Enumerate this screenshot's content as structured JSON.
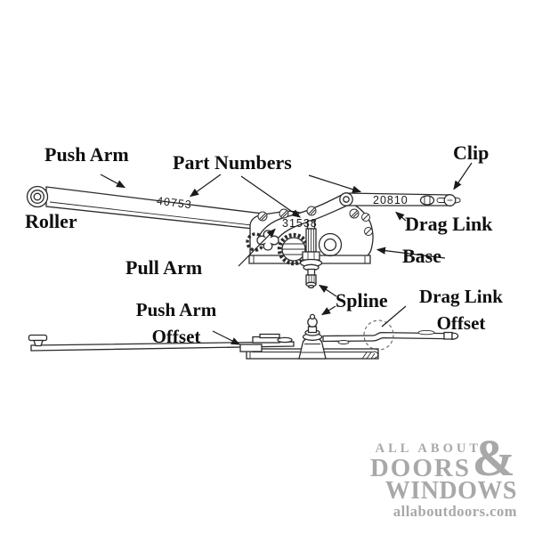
{
  "labels": {
    "push_arm": "Push Arm",
    "part_numbers": "Part Numbers",
    "clip": "Clip",
    "roller": "Roller",
    "drag_link": "Drag Link",
    "base": "Base",
    "pull_arm": "Pull Arm",
    "spline": "Spline",
    "push_arm_offset_l1": "Push Arm",
    "push_arm_offset_l2": "Offset",
    "drag_link_offset_l1": "Drag Link",
    "drag_link_offset_l2": "Offset"
  },
  "part_numbers": {
    "push_arm": "40753",
    "pull_arm": "31538",
    "drag_link": "20810"
  },
  "watermark": {
    "line1": "ALL ABOUT",
    "line2": "DOORS",
    "ampersand": "&",
    "line3": "WINDOWS",
    "website": "allaboutdoors.com"
  },
  "colors": {
    "background": "#ffffff",
    "line_art": "#2b2b2b",
    "label_text": "#0f0f0f",
    "watermark": "#a8a8a8"
  }
}
